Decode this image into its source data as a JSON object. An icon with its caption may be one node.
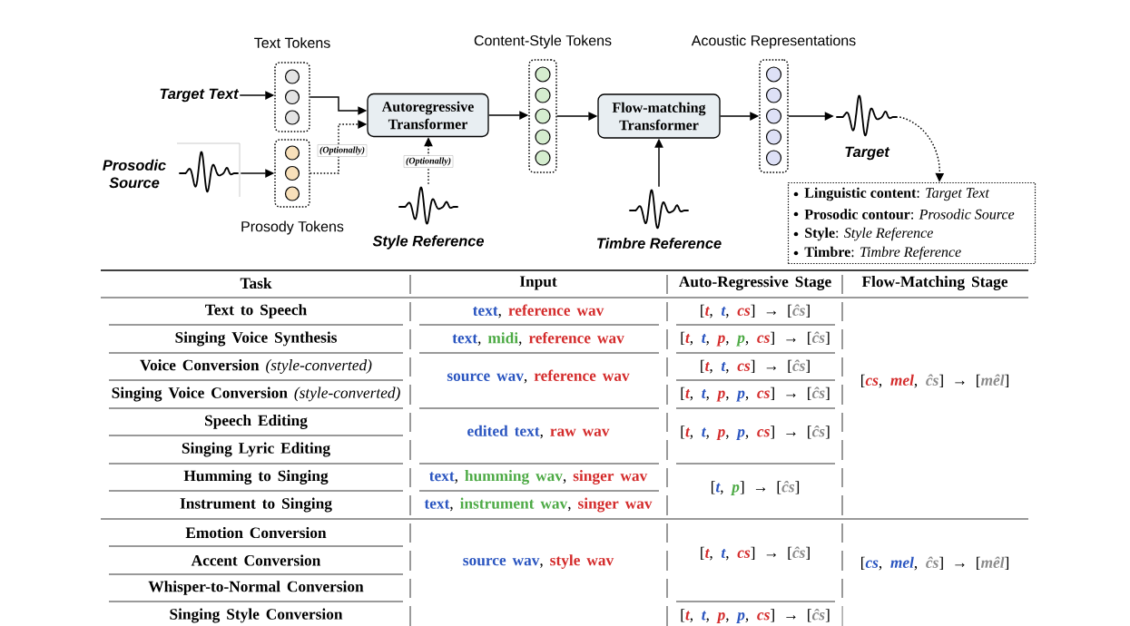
{
  "diagram": {
    "nodes": [
      {
        "text": [
          "Target Text"
        ]
      },
      {
        "text": [
          "Text Tokens"
        ]
      },
      {
        "text": [],
        "shape": "picture",
        "beside": [
          "Prosodic Source"
        ]
      },
      {
        "text": [
          "Prosody Tokens"
        ]
      },
      {
        "text": [
          "Autoregressive Transformer"
        ]
      },
      {
        "text": [],
        "shape": "picture",
        "beside": [
          "Style Reference"
        ]
      },
      {
        "text": [
          "Content-Style Tokens"
        ]
      },
      {
        "text": [
          "Flow-matching Transformer"
        ]
      },
      {
        "text": [],
        "shape": "picture",
        "beside": [
          "Timbre Reference"
        ]
      },
      {
        "text": [
          "Acoustic Representations"
        ]
      },
      {
        "text": [],
        "shape": "picture",
        "beside": [
          "Target"
        ]
      },
      {
        "text": [
          "**Linguistic content**: *Target Text*",
          "**Prosodic contour**: *Prosodic Source*",
          "**Style**: *Style Reference*",
          "**Timbre**: *Timbre Reference*"
        ]
      }
    ],
    "edges": [
      {
        "from": 0,
        "to": 1,
        "arrow": "to"
      },
      {
        "from": 1,
        "to": 4,
        "arrow": "to"
      },
      {
        "from": 2,
        "to": 3,
        "arrow": "to"
      },
      {
        "from": 3,
        "to": 4,
        "arrow": "to",
        "style": "dashed",
        "label": "(Optionally)"
      },
      {
        "from": 5,
        "to": 4,
        "arrow": "to",
        "style": "dashed",
        "label": "(Optionally)"
      },
      {
        "from": 4,
        "to": 6,
        "arrow": "to"
      },
      {
        "from": 6,
        "to": 7,
        "arrow": "to"
      },
      {
        "from": 8,
        "to": 7,
        "arrow": "to"
      },
      {
        "from": 7,
        "to": 9,
        "arrow": "to"
      },
      {
        "from": 9,
        "to": 10,
        "arrow": "to"
      },
      {
        "from": 10,
        "to": 11,
        "arrow": "to",
        "style": "dashed"
      }
    ],
    "labels": [
      "Task",
      "Input",
      "Auto-Regressive Stage",
      "Flow-Matching Stage",
      "Text to Speech",
      "**text**, **reference wav**",
      "[*t*, *t*, *cs*] → [*ĉs*]",
      "[*cs*, *mel*, *ĉs*] → [*mêl*]",
      "Singing Voice Synthesis",
      "**text**, **midi**, **reference wav**",
      "[*t*, *t*, *p*, *p*, *cs*] → [*ĉs*]",
      "**Voice Conversion** *(style-converted)*",
      "**source wav**, **reference wav**",
      "[*t*, *t*, *cs*] → [*ĉs*]",
      "**Singing Voice Conversion** *(style-converted)*",
      "[*t*, *t*, *p*, *p*, *cs*] → [*ĉs*]",
      "Speech Editing",
      "**edited text**, **raw wav**",
      "[*t*, *t*, *p*, *p*, *cs*] → [*ĉs*]",
      "Singing Lyric Editing",
      "Humming to Singing",
      "**text**, **humming wav**, **singer wav**",
      "[*t*, *p*] → [*ĉs*]",
      "Instrument to Singing",
      "**text**, **instrument wav**, **singer wav**",
      "Emotion Conversion",
      "Accent Conversion",
      "**source wav**, **style wav**",
      "[*t*, *t*, *cs*] → [*ĉs*]",
      "[*cs*, *mel*, *ĉs*] → [*mêl*]",
      "Whisper-to-Normal Conversion",
      "Singing Style Conversion",
      "[*t*, *t*, *p*, *p*, *cs*] → [*ĉs*]"
    ]
  }
}
